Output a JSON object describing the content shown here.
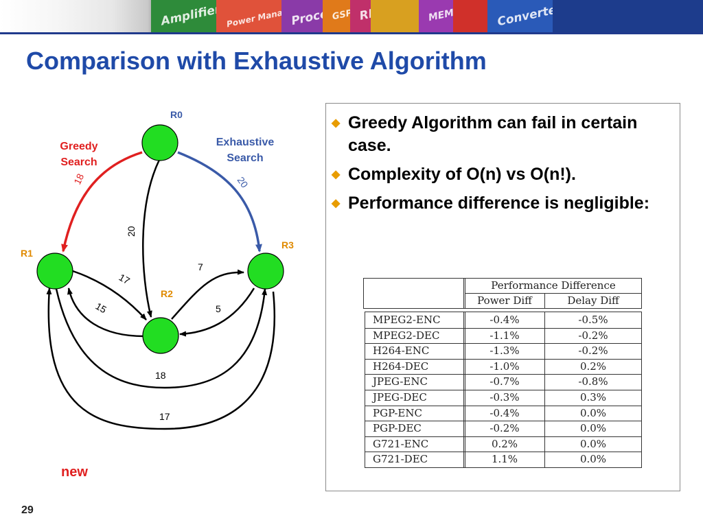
{
  "banner": {
    "tiles": [
      {
        "label": "Amplifiers",
        "color": "#2e8b3a"
      },
      {
        "label": "Power Management",
        "color": "#e0523a"
      },
      {
        "label": "Processor",
        "color": "#8a3aa8"
      },
      {
        "label": "GSP",
        "color": "#e07a1a"
      },
      {
        "label": "RF",
        "color": "#c0306a"
      },
      {
        "label": "",
        "color": "#d8a020"
      },
      {
        "label": "MEMS",
        "color": "#9a3ab0"
      },
      {
        "label": "",
        "color": "#d0302a"
      },
      {
        "label": "Converters",
        "color": "#2a5ab8"
      },
      {
        "label": "",
        "color": "#1d3c8c"
      }
    ]
  },
  "slide": {
    "title": "Comparison with Exhaustive Algorithm",
    "page_number": "29",
    "new_label": "new"
  },
  "graph": {
    "nodes": {
      "r0": "R0",
      "r1": "R1",
      "r2": "R2",
      "r3": "R3"
    },
    "greedy_label": [
      "Greedy",
      "Search"
    ],
    "exhaustive_label": [
      "Exhaustive",
      "Search"
    ],
    "edge_labels": {
      "r0_r1": "18",
      "r0_r3": "20",
      "r0_r2": "20",
      "r1_r2_upper": "17",
      "r2_r1_lower": "15",
      "r2_r3": "7",
      "r3_r2": "5",
      "r1_r3_inner": "18",
      "r3_r1_outer": "17"
    },
    "colors": {
      "node": "#22dd22",
      "greedy": "#e02020",
      "exhaustive": "#3a5aa8",
      "node_label": "#e08a00"
    }
  },
  "bullets": [
    "Greedy Algorithm can fail in certain case.",
    "Complexity of O(n) vs O(n!).",
    "Performance difference is negligible:"
  ],
  "table": {
    "group_header": "Performance Difference",
    "columns": [
      "Power Diff",
      "Delay Diff"
    ],
    "rows": [
      [
        "MPEG2-ENC",
        "-0.4%",
        "-0.5%"
      ],
      [
        "MPEG2-DEC",
        "-1.1%",
        "-0.2%"
      ],
      [
        "H264-ENC",
        "-1.3%",
        "-0.2%"
      ],
      [
        "H264-DEC",
        "-1.0%",
        "0.2%"
      ],
      [
        "JPEG-ENC",
        "-0.7%",
        "-0.8%"
      ],
      [
        "JPEG-DEC",
        "-0.3%",
        "0.3%"
      ],
      [
        "PGP-ENC",
        "-0.4%",
        "0.0%"
      ],
      [
        "PGP-DEC",
        "-0.2%",
        "0.0%"
      ],
      [
        "G721-ENC",
        "0.2%",
        "0.0%"
      ],
      [
        "G721-DEC",
        "1.1%",
        "0.0%"
      ]
    ]
  }
}
